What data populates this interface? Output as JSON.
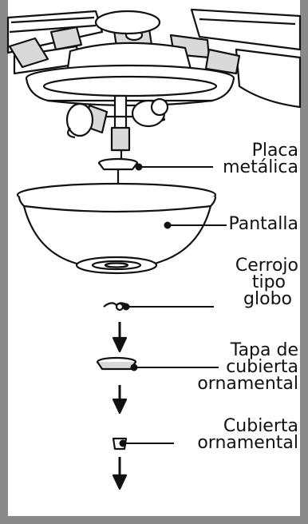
{
  "labels": {
    "placa_line1": "Placa",
    "placa_line2": "metálica",
    "pantalla": "Pantalla",
    "cerrojo_line1": "Cerrojo",
    "cerrojo_line2": "tipo",
    "cerrojo_line3": "globo",
    "tapa_line1": "Tapa de",
    "tapa_line2": "cubierta",
    "tapa_line3": "ornamental",
    "cubierta_line1": "Cubierta",
    "cubierta_line2": "ornamental"
  },
  "colors": {
    "frame": "#8a8a8a",
    "line": "#111111",
    "fill_light": "#ffffff",
    "fill_shade": "#d9d9d9"
  }
}
